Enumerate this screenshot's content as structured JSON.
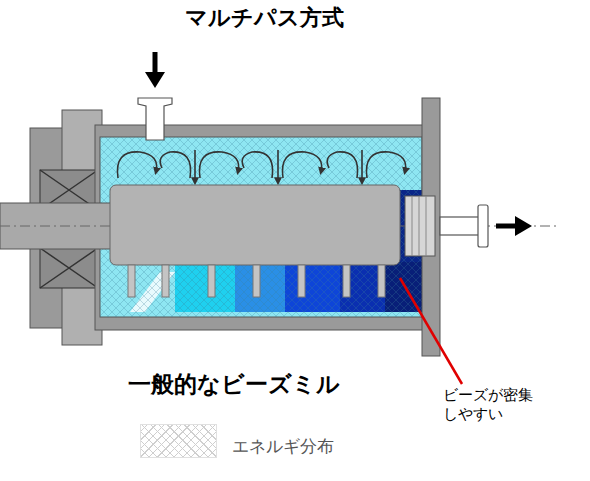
{
  "diagram": {
    "title": "マルチパス方式",
    "labels": [
      "一般的なビーズミル",
      "ビーズが密集 しやすい"
    ],
    "legend": [
      {
        "text": "エネルギ分布"
      }
    ]
  }
}
